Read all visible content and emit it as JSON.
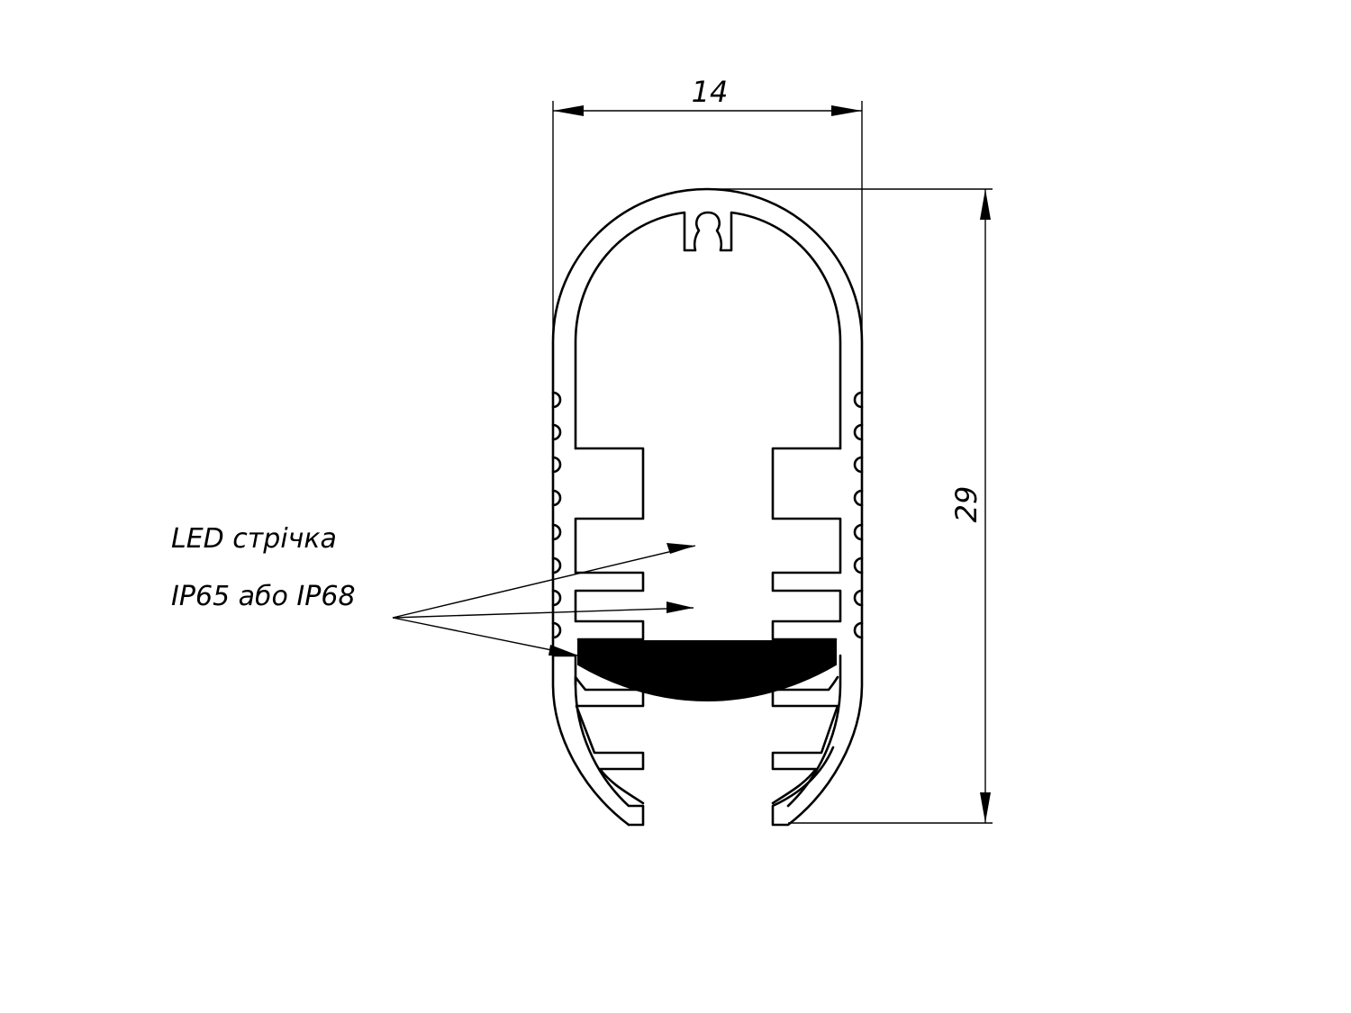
{
  "dimensions": {
    "width_label": "14",
    "height_label": "29"
  },
  "callouts": {
    "led_strip": "LED стрічка",
    "ip_rating": "IP65 або IP68"
  },
  "colors": {
    "ink": "#000000",
    "background": "#ffffff"
  }
}
